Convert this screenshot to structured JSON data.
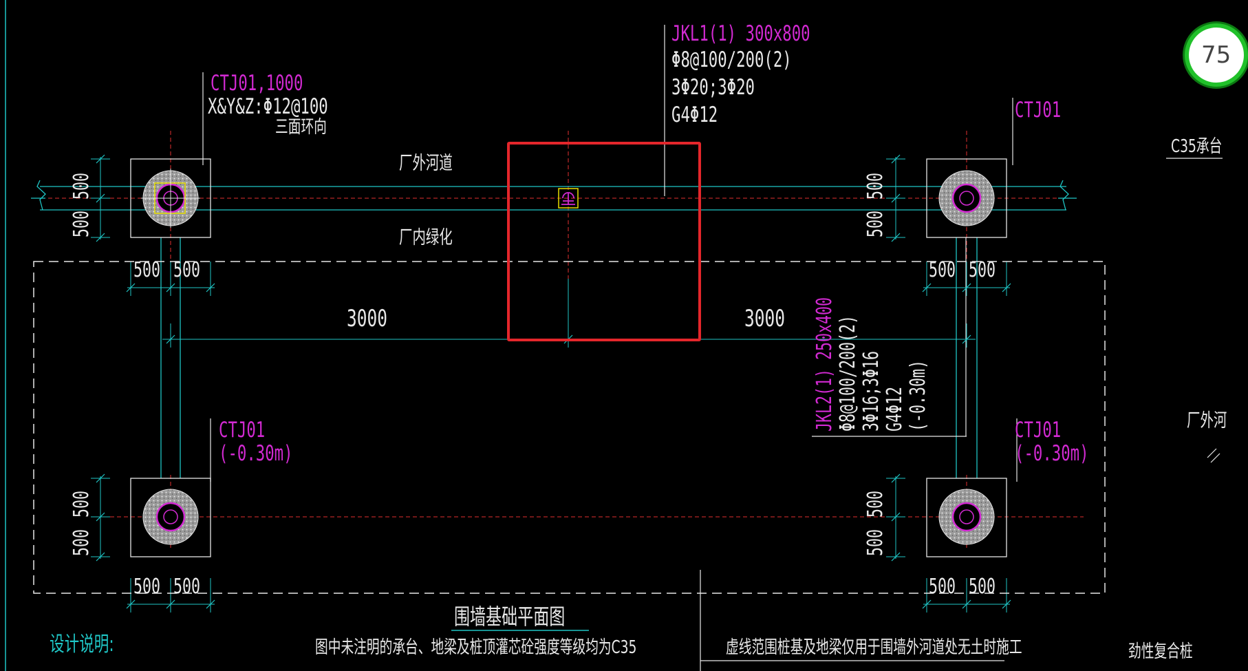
{
  "zoom_level": "75",
  "labels": {
    "ctj01_1000": "CTJ01,1000",
    "ctj01_rebar": "X&Y&Z:Φ12@100",
    "ctj01_note": "三面环向",
    "ctj01_tr": "CTJ01",
    "ctj01_bl": "CTJ01",
    "ctj01_bl_elev": "(-0.30m)",
    "ctj01_br": "CTJ01",
    "ctj01_br_elev": "(-0.30m)",
    "c35_label": "C35承台",
    "outer_river": "厂外河道",
    "inner_green": "厂内绿化",
    "right_edge_text": "厂外河",
    "jkl1_title": "JKL1(1) 300x800",
    "jkl1_stirrup": "Φ8@100/200(2)",
    "jkl1_main": "3Φ20;3Φ20",
    "jkl1_side": "G4Φ12",
    "jkl2_title": "JKL2(1) 250x400",
    "jkl2_stirrup": "Φ8@100/200(2)",
    "jkl2_main": "3Φ16;3Φ16",
    "jkl2_side": "G4Φ12",
    "jkl2_elev": "(-0.30m)"
  },
  "dimensions": {
    "d500": "500",
    "span_left": "3000",
    "span_right": "3000"
  },
  "footer": {
    "plan_title": "围墙基础平面图",
    "design_notes": "设计说明:",
    "note_concrete": "图中未注明的承台、地梁及桩顶灌芯砼强度等级均为C35",
    "note_dashed": "虚线范围桩基及地梁仅用于围墙外河道处无土时施工",
    "note_pile": "劲性复合桩"
  }
}
